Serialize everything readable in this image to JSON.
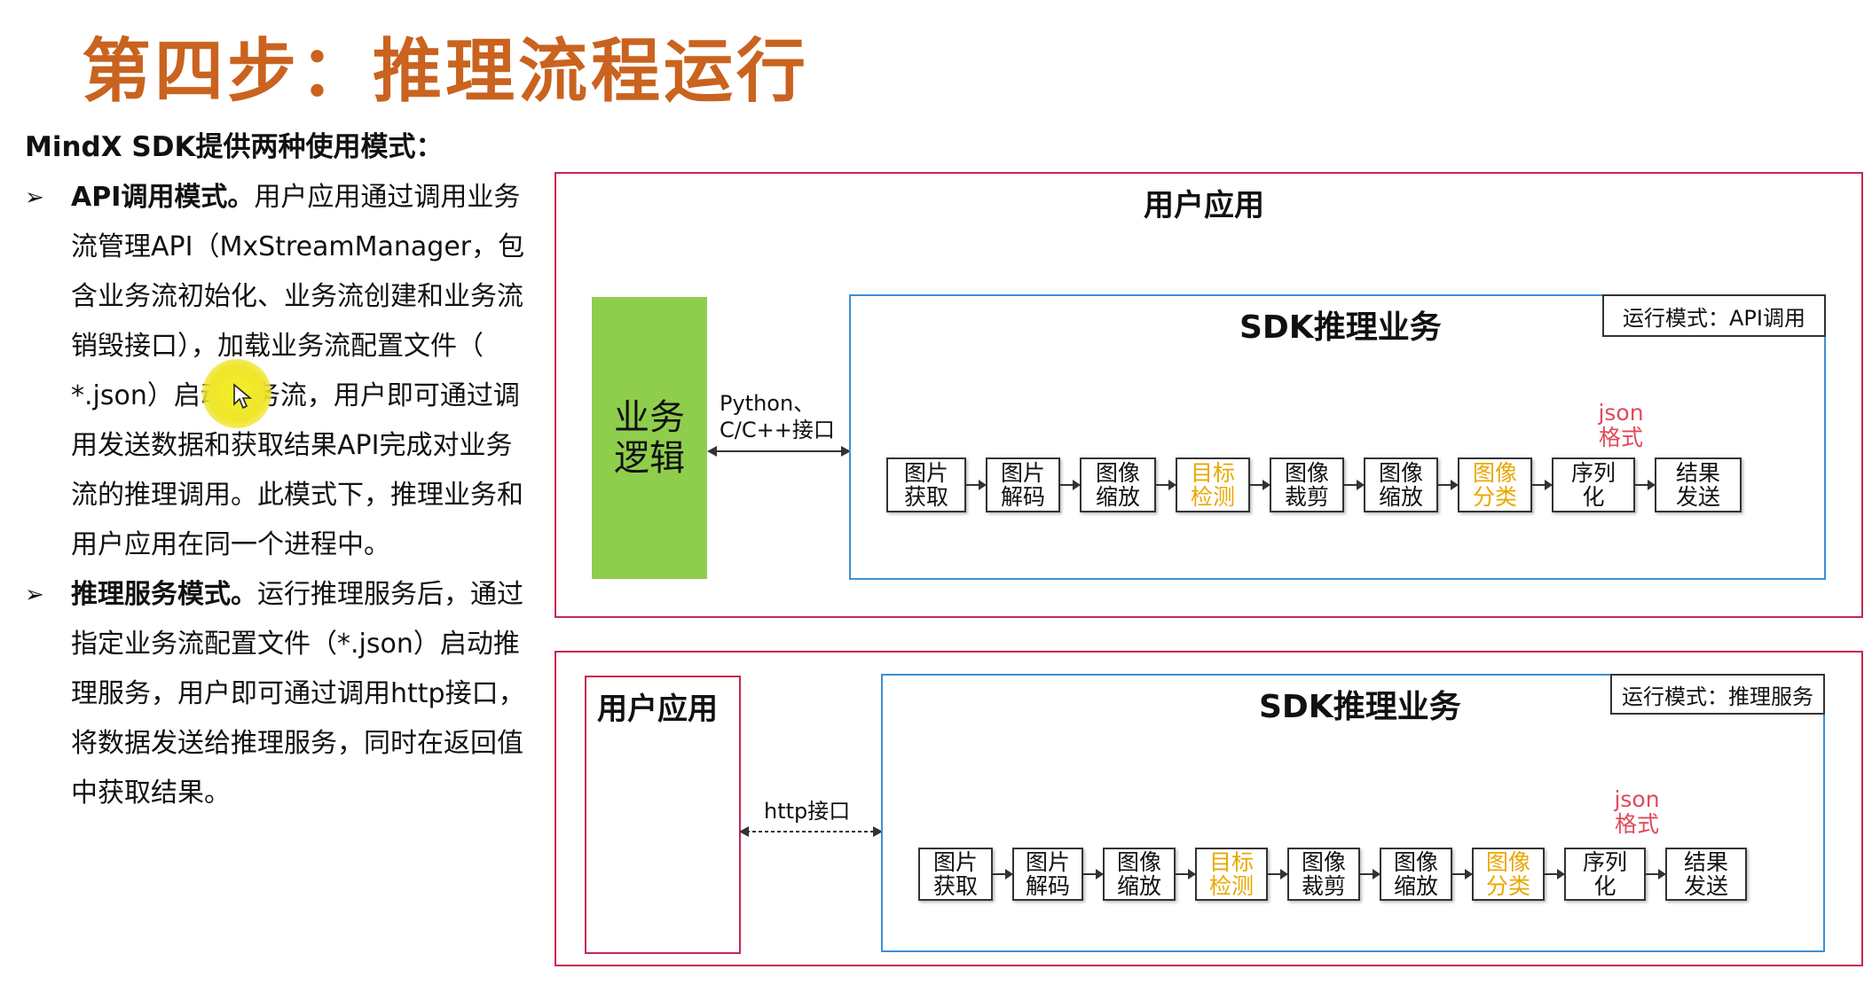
{
  "slide": {
    "title": "第四步：推理流程运行"
  },
  "intro": "MindX SDK提供两种使用模式：",
  "bullets": [
    {
      "lead": "API调用模式。",
      "lines": [
        "用户应用通过调用业务",
        "流管理API（MxStreamManager，包",
        "含业务流初始化、业务流创建和业务流",
        "销毁接口），加载业务流配置文件（",
        "*.json）启动业务流，用户即可通过调",
        "用发送数据和获取结果API完成对业务",
        "流的推理调用。此模式下，推理业务和",
        "用户应用在同一个进程中。"
      ]
    },
    {
      "lead": "推理服务模式。",
      "lines": [
        "运行推理服务后，通过",
        "指定业务流配置文件（*.json）启动推",
        "理服务，用户即可通过调用http接口，",
        "将数据发送给推理服务，同时在返回值",
        "中获取结果。"
      ]
    }
  ],
  "diagram_api": {
    "app_title": "用户应用",
    "logic_label": [
      "业务",
      "逻辑"
    ],
    "link_label": [
      "Python、",
      "C/C++接口"
    ],
    "sdk_title": "SDK推理业务",
    "mode": "运行模式：API调用",
    "json_note": [
      "json",
      "格式"
    ]
  },
  "diagram_service": {
    "app_title": "用户应用",
    "link_label": "http接口",
    "sdk_title": "SDK推理业务",
    "mode": "运行模式：推理服务",
    "json_note": [
      "json",
      "格式"
    ]
  },
  "pipeline_steps": [
    {
      "lines": [
        "图片",
        "获取"
      ],
      "highlight": false
    },
    {
      "lines": [
        "图片",
        "解码"
      ],
      "highlight": false
    },
    {
      "lines": [
        "图像",
        "缩放"
      ],
      "highlight": false
    },
    {
      "lines": [
        "目标",
        "检测"
      ],
      "highlight": true
    },
    {
      "lines": [
        "图像",
        "裁剪"
      ],
      "highlight": false
    },
    {
      "lines": [
        "图像",
        "缩放"
      ],
      "highlight": false
    },
    {
      "lines": [
        "图像",
        "分类"
      ],
      "highlight": true
    },
    {
      "lines": [
        "序列",
        "化"
      ],
      "highlight": false
    },
    {
      "lines": [
        "结果",
        "发送"
      ],
      "highlight": false
    }
  ],
  "colors": {
    "title": "#c9631f",
    "frame": "#c8284e",
    "sdk_border": "#3f8fd3",
    "logic_fill": "#8fce4d",
    "highlight_text": "#e8a800",
    "json_note": "#e04a5a"
  }
}
